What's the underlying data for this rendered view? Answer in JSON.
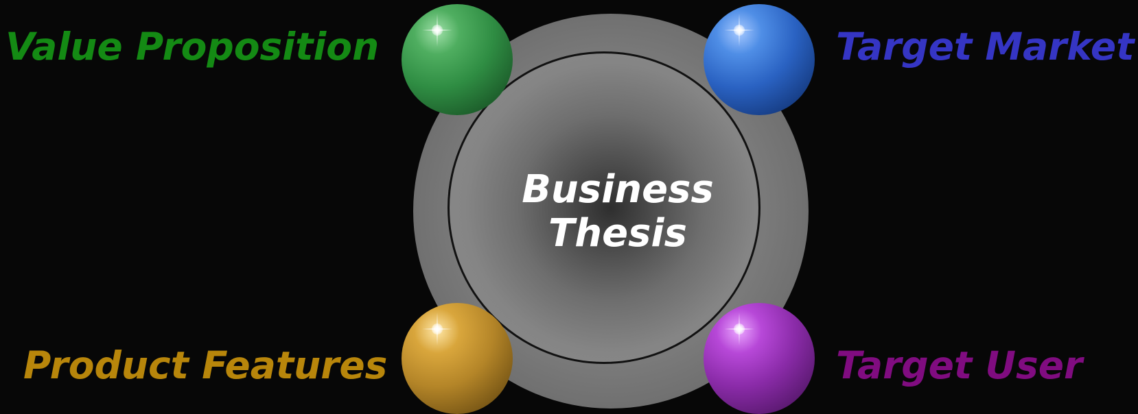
{
  "diagram": {
    "center": {
      "line1": "Business",
      "line2": "Thesis"
    },
    "nodes": [
      {
        "label": "Value Proposition",
        "color": "#148a14",
        "sphere_color": "green"
      },
      {
        "label": "Target Market",
        "color": "#3535c4",
        "sphere_color": "blue"
      },
      {
        "label": "Product Features",
        "color": "#b8860b",
        "sphere_color": "gold"
      },
      {
        "label": "Target User",
        "color": "#800c80",
        "sphere_color": "purple"
      }
    ]
  },
  "colors": {
    "background": "#070707",
    "hub": "#808080",
    "center_text": "#ffffff"
  }
}
